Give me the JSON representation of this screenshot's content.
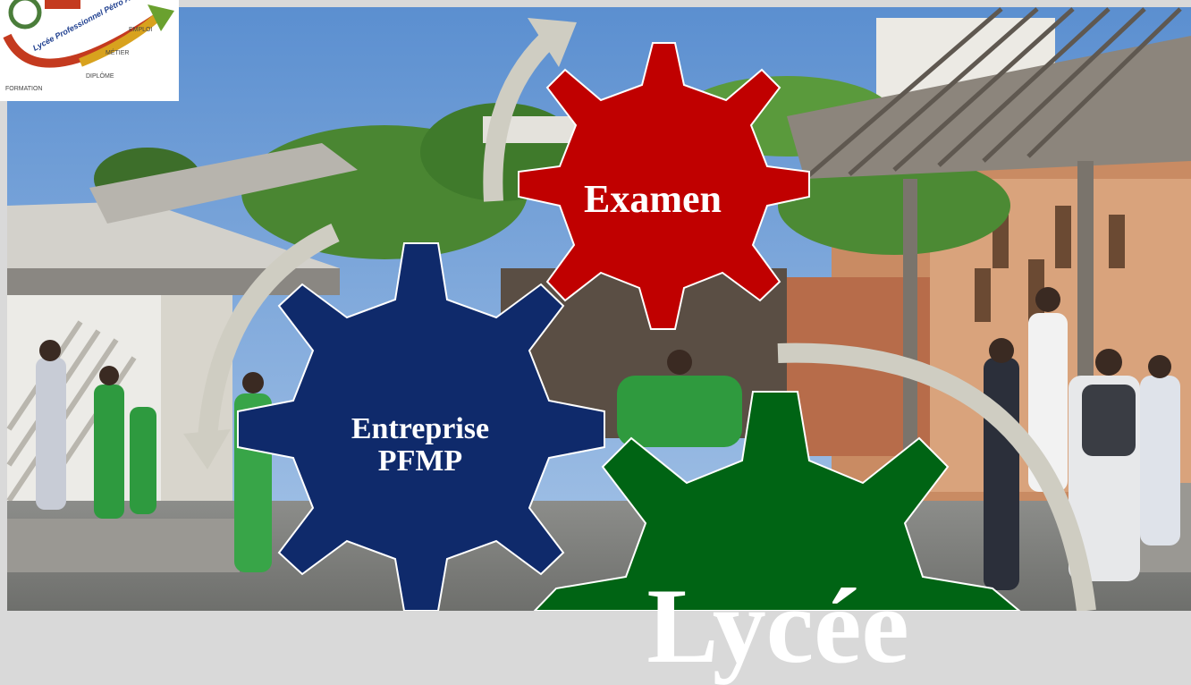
{
  "logo": {
    "school_name": "Lycée Professionnel Pétro Attiti",
    "steps": [
      "FORMATION",
      "DIPLÔME",
      "MÉTIER",
      "EMPLOI"
    ]
  },
  "gears": {
    "examen": {
      "label": "Examen",
      "color": "#c00000"
    },
    "entreprise": {
      "label_line1": "Entreprise",
      "label_line2": "PFMP",
      "color": "#0f2a6b"
    },
    "lycee": {
      "label": "Lycée",
      "color": "#006414"
    }
  },
  "colors": {
    "arrow": "#cfcdc2",
    "sky": "#6fa0d8",
    "foliage": "#3f7d2a",
    "ground": "#8a8a86"
  }
}
